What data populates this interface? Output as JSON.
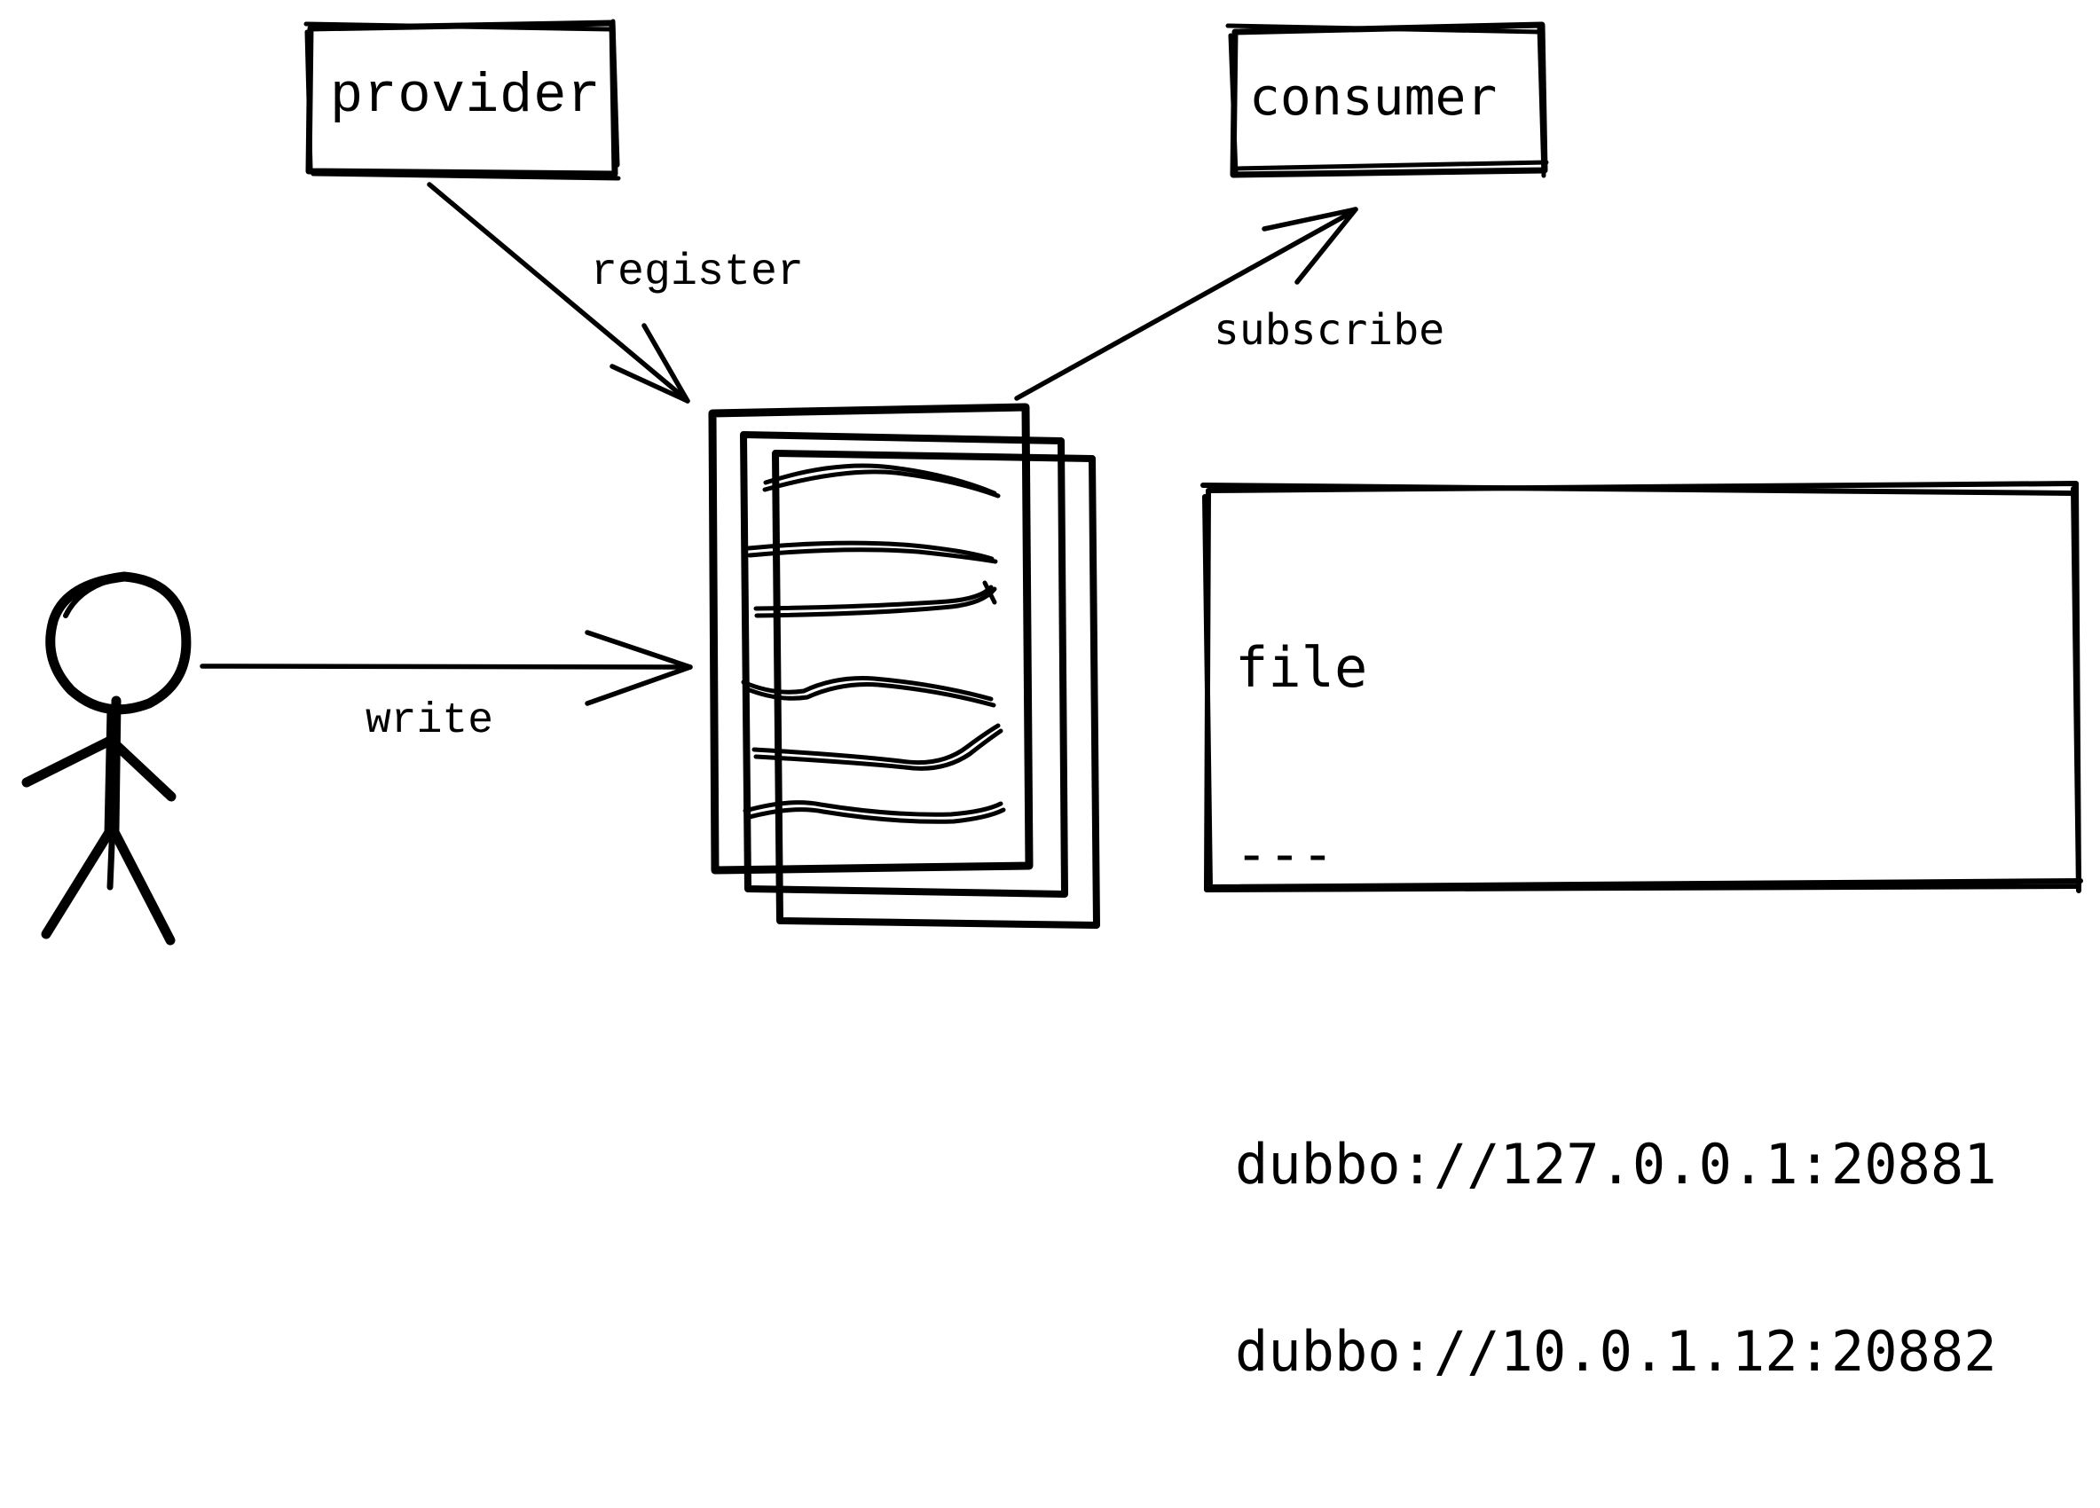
{
  "diagram": {
    "title": "dubbo file registry hand-drawn diagram",
    "background_color": "#ffffff",
    "stroke_color": "#000000",
    "nodes": {
      "provider": {
        "label": "provider",
        "shape": "rectangle-sketch",
        "icon": "box-icon"
      },
      "consumer": {
        "label": "consumer",
        "shape": "rectangle-sketch",
        "icon": "box-icon"
      },
      "registry_documents": {
        "label": "",
        "shape": "document-stack",
        "icon": "document-stack-icon",
        "pages": 3,
        "text_lines": 6
      },
      "actor": {
        "label": "",
        "shape": "stick-figure",
        "icon": "person-icon"
      },
      "file_panel": {
        "shape": "rectangle-sketch",
        "icon": "panel-icon",
        "lines": [
          "file",
          "---",
          "dubbo://127.0.0.1:20881",
          "dubbo://10.0.1.12:20882"
        ],
        "title": "file",
        "divider": "---",
        "entries": [
          "dubbo://127.0.0.1:20881",
          "dubbo://10.0.1.12:20882"
        ]
      }
    },
    "edges": [
      {
        "id": "register",
        "label": "register",
        "from": "provider",
        "to": "registry_documents",
        "arrowhead": "open-v"
      },
      {
        "id": "subscribe",
        "label": "subscribe",
        "from": "registry_documents",
        "to": "consumer",
        "arrowhead": "open-v"
      },
      {
        "id": "write",
        "label": "write",
        "from": "actor",
        "to": "registry_documents",
        "arrowhead": "open-v"
      }
    ]
  }
}
